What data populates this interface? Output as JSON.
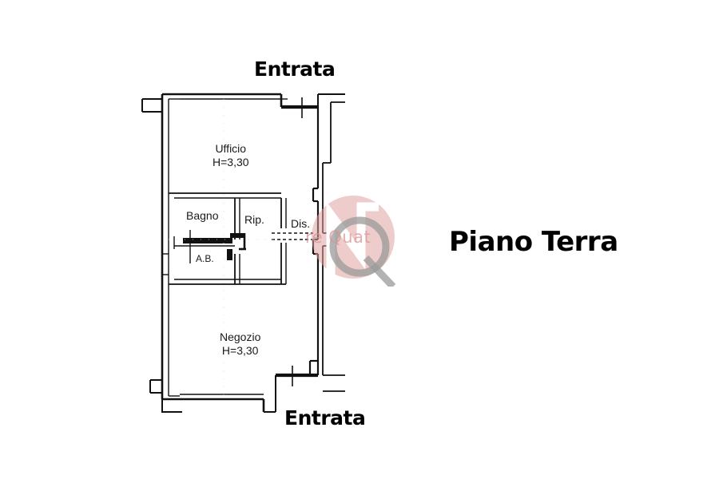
{
  "document": {
    "type": "floor-plan",
    "title": "Piano Terra"
  },
  "plan": {
    "floor_title": "Piano Terra",
    "entrances": [
      {
        "id": "entrance-top",
        "label": "Entrata",
        "position": "top"
      },
      {
        "id": "entrance-bottom",
        "label": "Entrata",
        "position": "bottom"
      }
    ],
    "rooms": [
      {
        "id": "ufficio",
        "name": "Ufficio",
        "height_label": "H=3,30"
      },
      {
        "id": "negozio",
        "name": "Negozio",
        "height_label": "H=3,30"
      },
      {
        "id": "bagno",
        "name": "Bagno",
        "height_label": ""
      },
      {
        "id": "ripostiglio",
        "name": "Rip.",
        "height_label": ""
      },
      {
        "id": "disimpegno",
        "name": "Dis.",
        "height_label": ""
      },
      {
        "id": "antibagno",
        "name": "A.B.",
        "height_label": ""
      }
    ]
  },
  "watermark": {
    "text": "re Quat",
    "logo_letter": "Q",
    "circle_color": "#e2a3a3",
    "letter_color": "#9a9a9a"
  },
  "colors": {
    "background": "#ffffff",
    "wall": "#000000",
    "text": "#000000",
    "watermark_pink": "#e2a3a3",
    "watermark_gray": "#9a9a9a"
  }
}
